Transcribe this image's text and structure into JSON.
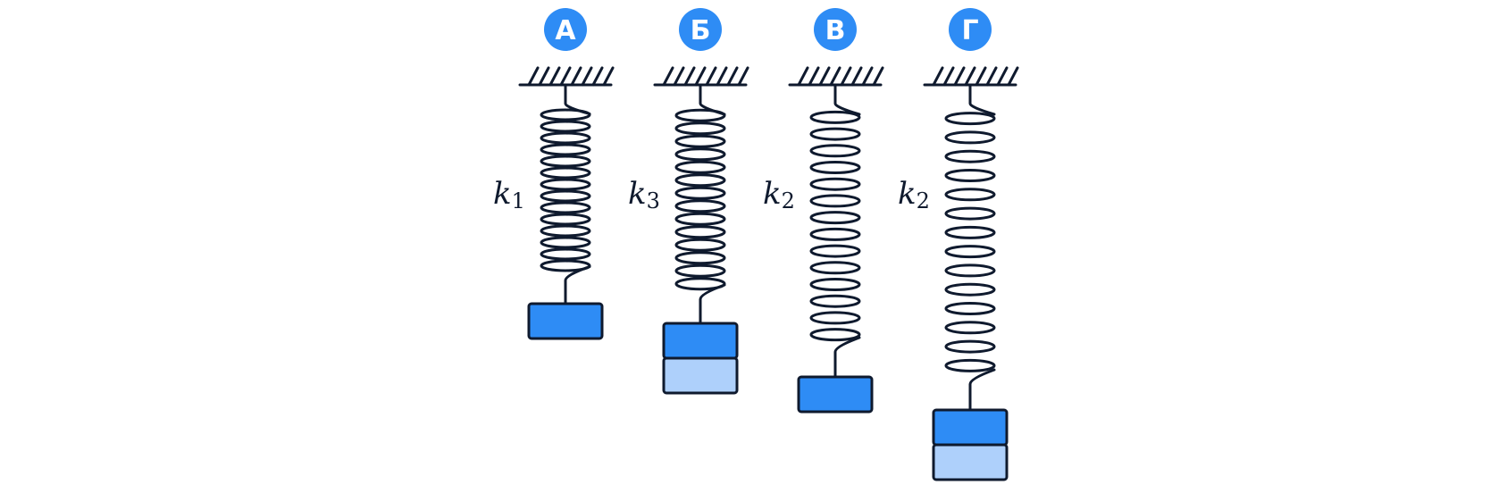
{
  "figure": {
    "colors": {
      "badge": "#2e8cf5",
      "line": "#0f1a2e",
      "load_dark": "#2e8cf5",
      "load_light": "#aed0fb"
    },
    "setups": [
      {
        "badge": "А",
        "k_label": "k",
        "k_subscript": "1",
        "spring_coils": 14,
        "loads": 1
      },
      {
        "badge": "Б",
        "k_label": "k",
        "k_subscript": "3",
        "spring_coils": 14,
        "loads": 2
      },
      {
        "badge": "В",
        "k_label": "k",
        "k_subscript": "2",
        "spring_coils": 14,
        "loads": 1
      },
      {
        "badge": "Г",
        "k_label": "k",
        "k_subscript": "2",
        "spring_coils": 14,
        "loads": 2
      }
    ]
  }
}
